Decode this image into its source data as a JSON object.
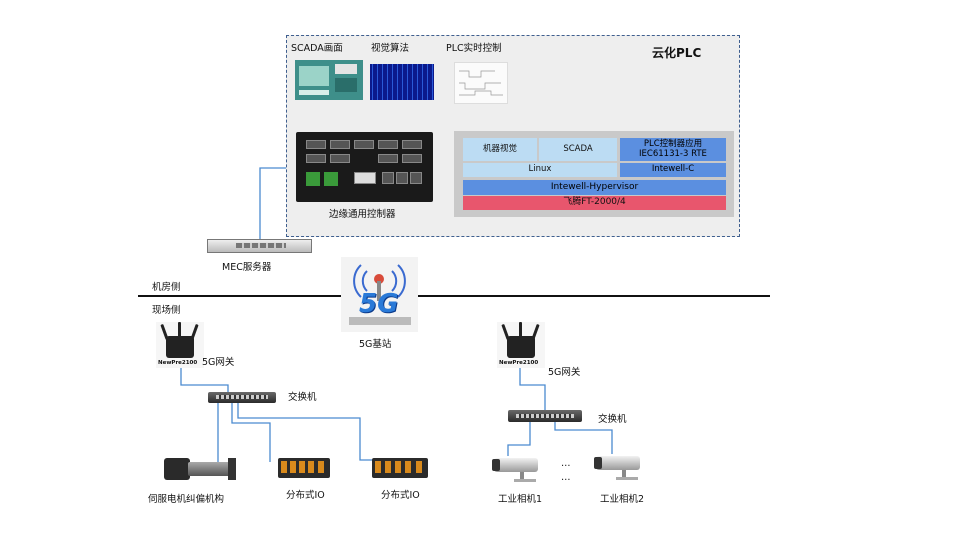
{
  "cloud": {
    "title": "云化PLC",
    "screens": {
      "scada": "SCADA画面",
      "vision": "视觉算法",
      "plc": "PLC实时控制"
    },
    "controller_label": "边缘通用控制器",
    "stack": {
      "machine_vision": "机器视觉",
      "scada": "SCADA",
      "plc_app_line1": "PLC控制器应用",
      "plc_app_line2": "IEC61131-3 RTE",
      "linux": "Linux",
      "intewell_c": "Intewell-C",
      "hypervisor": "Intewell-Hypervisor",
      "cpu": "飞腾FT-2000/4"
    },
    "colors": {
      "light_blue": "#bcdcf3",
      "mid_blue": "#5b8fe0",
      "red": "#e8566d",
      "dash_border": "#3f5f8f",
      "link_line": "#4a8ad0"
    }
  },
  "mec_server": "MEC服务器",
  "zones": {
    "machine_room": "机房侧",
    "field": "现场侧"
  },
  "base_station": {
    "label": "5G基站",
    "badge": "5G"
  },
  "left_site": {
    "gateway_model": "NewPre2100",
    "gateway_label": "5G网关",
    "switch_label": "交换机",
    "servo_label": "伺服电机纠偏机构",
    "io1_label": "分布式IO",
    "io2_label": "分布式IO"
  },
  "right_site": {
    "gateway_model": "NewPre2100",
    "gateway_label": "5G网关",
    "switch_label": "交换机",
    "camera1_label": "工业相机1",
    "camera2_label": "工业相机2",
    "ellipsis": "…"
  }
}
